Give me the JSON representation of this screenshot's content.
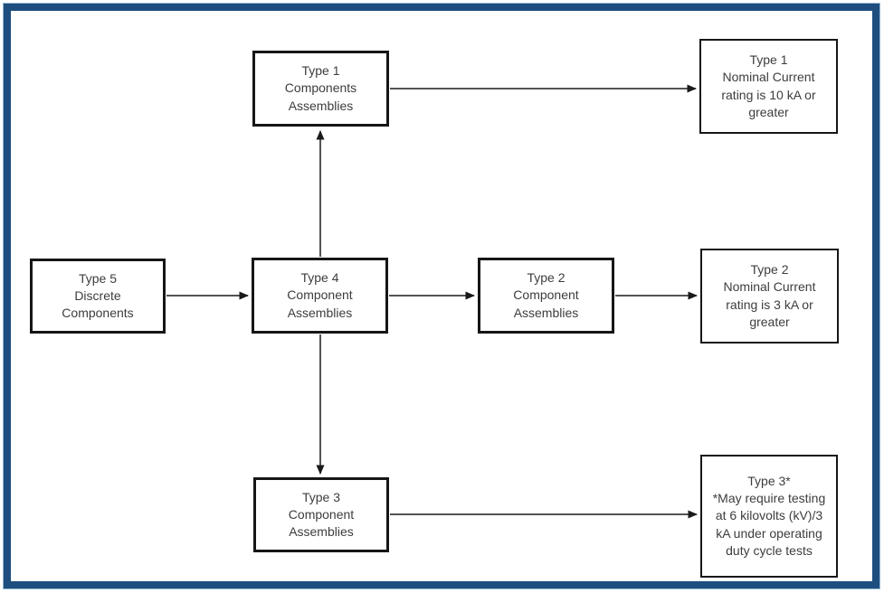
{
  "diagram": {
    "description": "Component assembly type classification flowchart",
    "colors": {
      "frame_border": "#1d4e7f",
      "box_border": "#161616",
      "text": "#3d3d3d",
      "arrow": "#1a1a1a",
      "background": "#ffffff"
    },
    "nodes": {
      "type1_components": {
        "text": "Type 1\nComponents\nAssemblies"
      },
      "type1_nominal": {
        "text": "Type 1\nNominal Current\nrating is 10 kA or\ngreater"
      },
      "type5_discrete": {
        "text": "Type 5\nDiscrete\nComponents"
      },
      "type4_component": {
        "text": "Type 4\nComponent\nAssemblies"
      },
      "type2_component": {
        "text": "Type 2\nComponent\nAssemblies"
      },
      "type2_nominal": {
        "text": "Type 2\nNominal Current\nrating is 3 kA or\ngreater"
      },
      "type3_component": {
        "text": "Type 3\nComponent\nAssemblies"
      },
      "type3_note": {
        "text": "Type 3*\n*May require testing\nat 6 kilovolts (kV)/3\nkA under operating\nduty cycle tests"
      }
    },
    "edges": [
      {
        "from": "type5_discrete",
        "to": "type4_component",
        "direction": "right"
      },
      {
        "from": "type4_component",
        "to": "type1_components",
        "direction": "up"
      },
      {
        "from": "type4_component",
        "to": "type2_component",
        "direction": "right"
      },
      {
        "from": "type4_component",
        "to": "type3_component",
        "direction": "down"
      },
      {
        "from": "type1_components",
        "to": "type1_nominal",
        "direction": "right"
      },
      {
        "from": "type2_component",
        "to": "type2_nominal",
        "direction": "right"
      },
      {
        "from": "type3_component",
        "to": "type3_note",
        "direction": "right"
      }
    ]
  }
}
